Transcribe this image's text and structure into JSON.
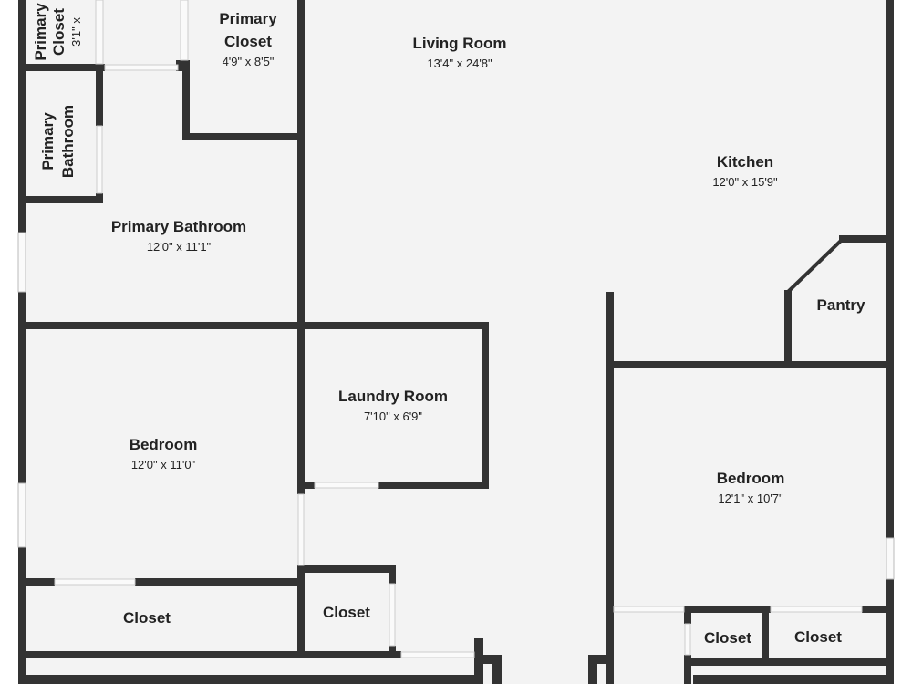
{
  "rooms": {
    "primary_closet_small": {
      "name_line1": "Primary",
      "name_line2": "Closet",
      "dimensions": "3'1\" x"
    },
    "primary_closet": {
      "name_line1": "Primary",
      "name_line2": "Closet",
      "dimensions": "4'9\" x 8'5\""
    },
    "living_room": {
      "name": "Living Room",
      "dimensions": "13'4\" x 24'8\""
    },
    "primary_bathroom_small": {
      "name_line1": "Primary",
      "name_line2": "Bathroom"
    },
    "kitchen": {
      "name": "Kitchen",
      "dimensions": "12'0\" x 15'9\""
    },
    "primary_bathroom": {
      "name": "Primary Bathroom",
      "dimensions": "12'0\" x 11'1\""
    },
    "pantry": {
      "name": "Pantry"
    },
    "laundry_room": {
      "name": "Laundry Room",
      "dimensions": "7'10\" x 6'9\""
    },
    "bedroom_left": {
      "name": "Bedroom",
      "dimensions": "12'0\" x 11'0\""
    },
    "bedroom_right": {
      "name": "Bedroom",
      "dimensions": "12'1\" x 10'7\""
    },
    "closet_left": {
      "name": "Closet"
    },
    "closet_middle": {
      "name": "Closet"
    },
    "closet_right_a": {
      "name": "Closet"
    },
    "closet_right_b": {
      "name": "Closet"
    }
  }
}
